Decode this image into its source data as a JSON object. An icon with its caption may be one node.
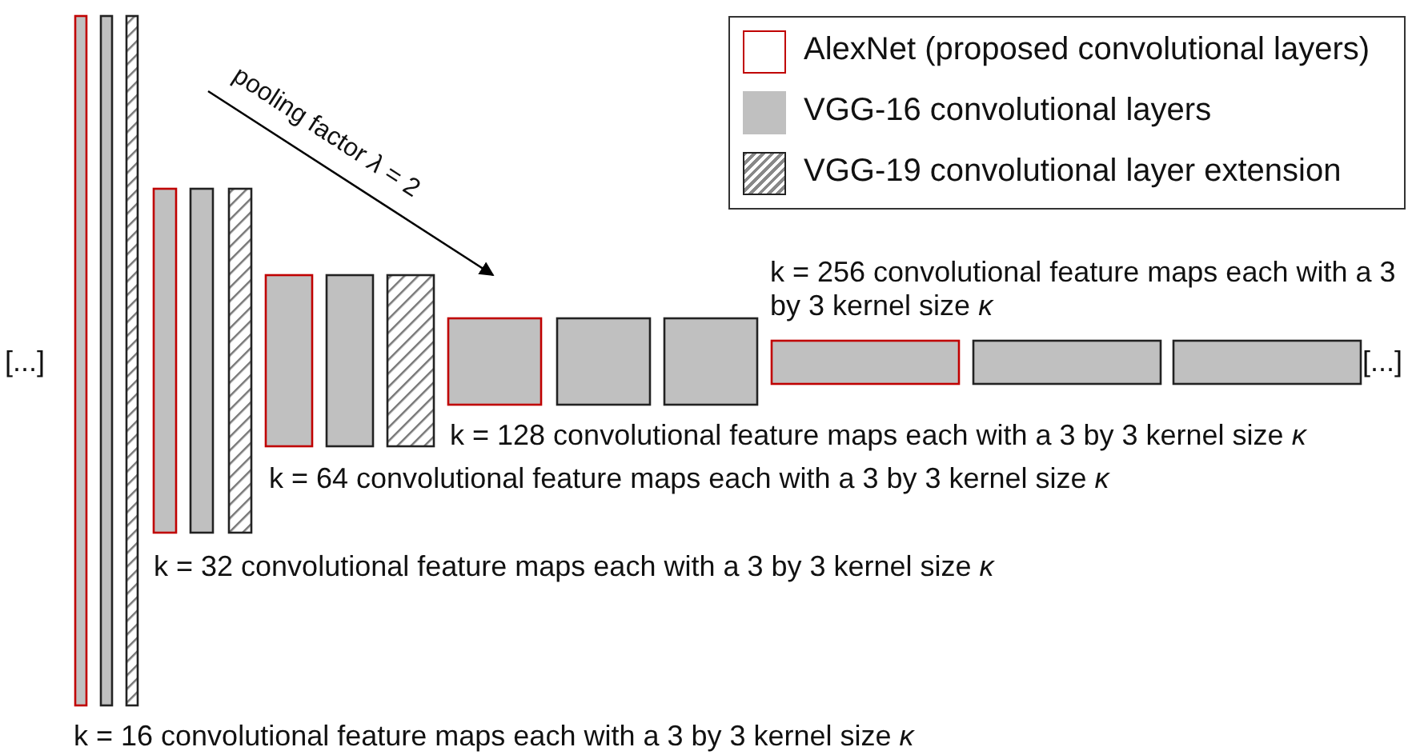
{
  "diagram": {
    "labels": [
      "pooling factor *λ* = 2",
      "k = 256 convolutional feature maps each with a 3 by 3 kernel size *κ*",
      "[...]",
      "[...]",
      "k = 128 convolutional feature maps each with a 3 by 3 kernel size *κ*",
      "k = 64 convolutional feature maps each with a 3 by 3 kernel size *κ*",
      "k = 32 convolutional feature maps each with a 3 by 3 kernel size *κ*",
      "k = 16 convolutional feature maps each with a 3 by 3 kernel size *κ*"
    ],
    "legend": [
      {
        "text": "AlexNet (proposed convolutional layers)"
      },
      {
        "text": "VGG-16 convolutional layers",
        "color": "#c0c0c0"
      },
      {
        "text": "VGG-19 convolutional layer extension"
      }
    ]
  }
}
